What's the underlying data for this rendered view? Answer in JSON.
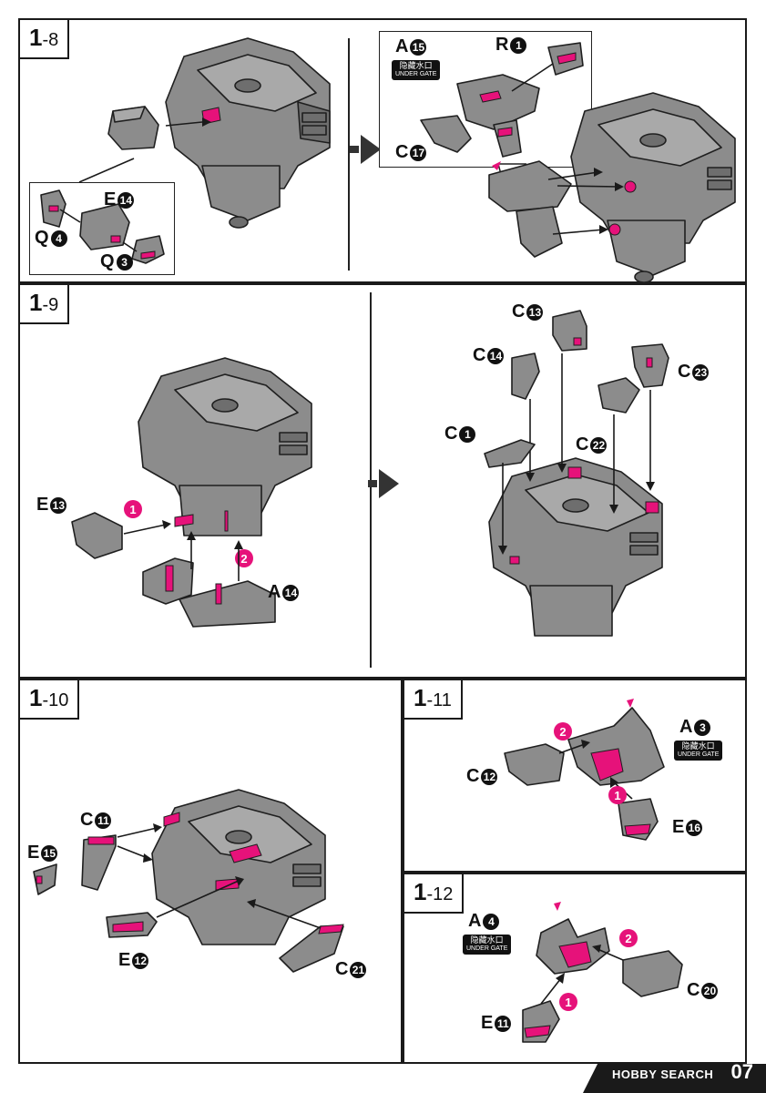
{
  "steps": {
    "s1_8": {
      "label_main": "1",
      "label_sub": "-8"
    },
    "s1_9": {
      "label_main": "1",
      "label_sub": "-9"
    },
    "s1_10": {
      "label_main": "1",
      "label_sub": "-10"
    },
    "s1_11": {
      "label_main": "1",
      "label_sub": "-11"
    },
    "s1_12": {
      "label_main": "1",
      "label_sub": "-12"
    }
  },
  "gate": {
    "cn": "隐藏水口",
    "en": "UNDER GATE"
  },
  "callouts_1_8": [
    {
      "letter": "E",
      "num": "14"
    },
    {
      "letter": "Q",
      "num": "4"
    },
    {
      "letter": "Q",
      "num": "3"
    },
    {
      "letter": "A",
      "num": "15"
    },
    {
      "letter": "R",
      "num": "1"
    },
    {
      "letter": "C",
      "num": "17"
    }
  ],
  "callouts_1_9": [
    {
      "letter": "E",
      "num": "13"
    },
    {
      "letter": "A",
      "num": "14"
    },
    {
      "letter": "C",
      "num": "13"
    },
    {
      "letter": "C",
      "num": "14"
    },
    {
      "letter": "C",
      "num": "23"
    },
    {
      "letter": "C",
      "num": "1"
    },
    {
      "letter": "C",
      "num": "22"
    }
  ],
  "callouts_1_10": [
    {
      "letter": "C",
      "num": "11"
    },
    {
      "letter": "E",
      "num": "15"
    },
    {
      "letter": "E",
      "num": "12"
    },
    {
      "letter": "C",
      "num": "21"
    }
  ],
  "callouts_1_11": [
    {
      "letter": "A",
      "num": "3"
    },
    {
      "letter": "C",
      "num": "12"
    },
    {
      "letter": "E",
      "num": "16"
    }
  ],
  "callouts_1_12": [
    {
      "letter": "A",
      "num": "4"
    },
    {
      "letter": "C",
      "num": "20"
    },
    {
      "letter": "E",
      "num": "11"
    }
  ],
  "order_marks": [
    "1",
    "2"
  ],
  "footer": {
    "logo": "HOBBY SEARCH",
    "page": "07"
  },
  "colors": {
    "accent": "#e6127a",
    "plastic": "#8c8c8c",
    "ink": "#1a1a1a"
  }
}
